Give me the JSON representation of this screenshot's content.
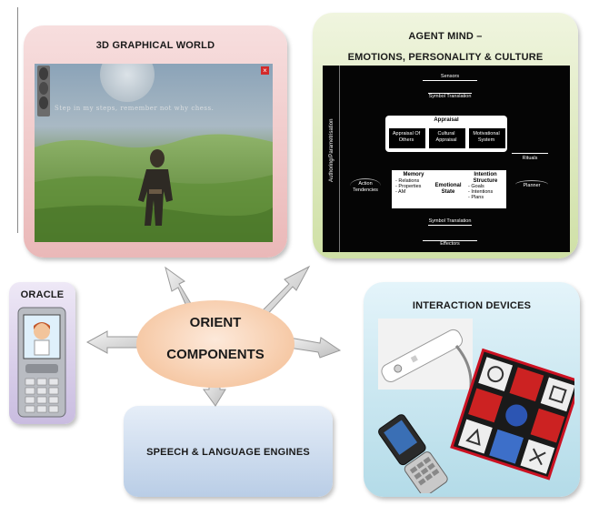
{
  "panels": {
    "world_title": "3D GRAPHICAL WORLD",
    "world_caption": "Step in my steps, remember not why chess.",
    "agent_title_line1": "AGENT MIND –",
    "agent_title_line2": "EMOTIONS, PERSONALITY & CULTURE",
    "oracle_title": "ORACLE",
    "devices_title": "INTERACTION DEVICES",
    "speech_title": "SPEECH & LANGUAGE ENGINES",
    "center_line1": "ORIENT",
    "center_line2": "COMPONENTS"
  },
  "agent_mind": {
    "side_label": "Authoring/Parametrisation",
    "sensors": "Sensors",
    "symbol_translation_top": "Symbol Translation",
    "appraisal": "Appraisal",
    "appraisal_of_others": "Appraisal Of Others",
    "cultural_appraisal": "Cultural Appraisal",
    "motivational_system": "Motivational System",
    "rituals": "Rituals",
    "action_tendencies": "Action Tendencies",
    "memory": "Memory",
    "memory_items": [
      "- Relations",
      "- Properties",
      "- AM"
    ],
    "emotional_state": "Emotional State",
    "intention_structure": "Intention Structure",
    "intention_items": [
      "- Goals",
      "- Intentions",
      "- Plans"
    ],
    "planner": "Planner",
    "symbol_translation_bottom": "Symbol Translation",
    "effectors": "Effectors"
  },
  "colors": {
    "world_panel": "#eab8b8",
    "agent_panel": "#cfe0a6",
    "oracle_panel": "#c9bce0",
    "devices_panel": "#b3dbe8",
    "speech_panel": "#b9cde6",
    "center_ellipse": "#f6c9a6"
  },
  "icons": [
    "close-icon",
    "arrow-icon",
    "phone-icon",
    "wii-remote-icon",
    "dance-pad-icon"
  ]
}
